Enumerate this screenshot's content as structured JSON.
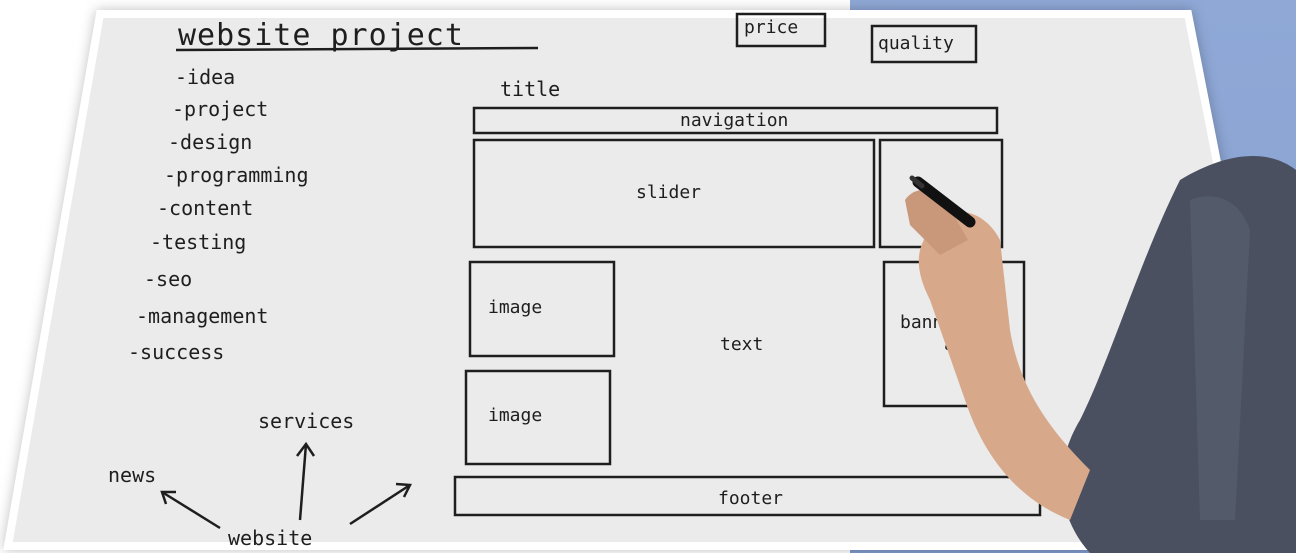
{
  "board": {
    "heading": "website project",
    "price_label": "price",
    "quality_label": "quality",
    "task_list": [
      "-idea",
      "-project",
      "-design",
      "-programming",
      "-content",
      "-testing",
      "-seo",
      "-management",
      "-success"
    ],
    "mindmap": {
      "center": "website",
      "services": "services",
      "news": "news"
    },
    "wireframe": {
      "title": "title",
      "navigation": "navigation",
      "slider": "slider",
      "image_top": "image",
      "image_bottom": "image",
      "text": "text",
      "banner_ad_line1": "banner",
      "banner_ad_line2": "ad",
      "footer": "footer"
    }
  },
  "colors": {
    "board_bg": "#ebebeb",
    "ink": "#1e1e1e",
    "blue_bg": "#8aa3d2",
    "shirt": "#4a5060",
    "skin": "#d7a98a"
  },
  "icons": [
    "marker-pen-icon",
    "hand-icon",
    "arrow-icon"
  ]
}
